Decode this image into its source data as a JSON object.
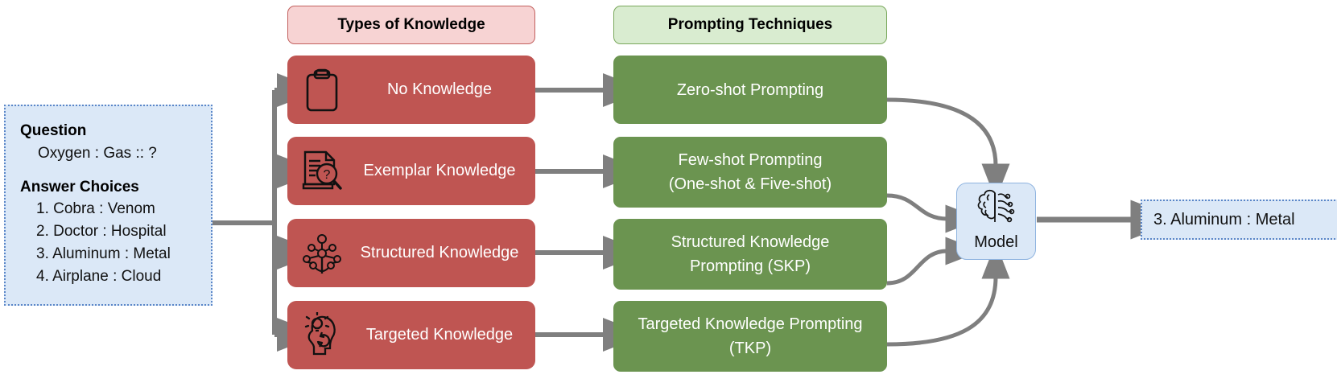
{
  "question_panel": {
    "question_heading": "Question",
    "question_text": "Oxygen : Gas :: ?",
    "answers_heading": "Answer Choices",
    "choices": [
      "1. Cobra : Venom",
      "2. Doctor : Hospital",
      "3. Aluminum : Metal",
      "4. Airplane : Cloud"
    ]
  },
  "columns": {
    "knowledge_header": "Types of Knowledge",
    "prompting_header": "Prompting Techniques"
  },
  "knowledge_types": [
    {
      "label": "No Knowledge",
      "icon": "clipboard-icon"
    },
    {
      "label": "Exemplar Knowledge",
      "icon": "document-magnifier-question-icon"
    },
    {
      "label": "Structured Knowledge",
      "icon": "knowledge-graph-icon"
    },
    {
      "label": "Targeted Knowledge",
      "icon": "head-lightbulb-refresh-icon"
    }
  ],
  "prompting_techniques": [
    {
      "line1": "Zero-shot Prompting",
      "line2": ""
    },
    {
      "line1": "Few-shot Prompting",
      "line2": "(One-shot & Five-shot)"
    },
    {
      "line1": "Structured Knowledge",
      "line2": "Prompting (SKP)"
    },
    {
      "line1": "Targeted Knowledge Prompting",
      "line2": "(TKP)"
    }
  ],
  "model": {
    "label": "Model",
    "icon": "brain-circuit-icon"
  },
  "output": {
    "answer": "3. Aluminum : Metal"
  },
  "colors": {
    "knowledge_box": "#bf5552",
    "knowledge_header_bg": "#f7d3d3",
    "knowledge_header_border": "#c2605e",
    "prompting_box": "#6b9450",
    "prompting_header_bg": "#d9ecd0",
    "prompting_header_border": "#7aa85c",
    "panel_bg": "#dbe8f7",
    "panel_border": "#5a86c8",
    "arrow": "#7f7f7f"
  }
}
